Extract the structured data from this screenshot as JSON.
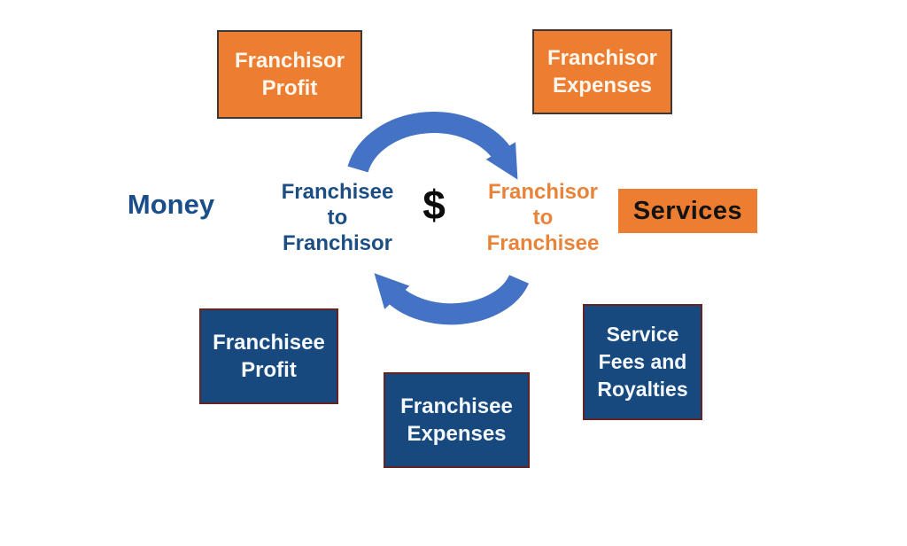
{
  "colors": {
    "background": "#FFFFFF",
    "orange_fill": "#ED7D31",
    "orange_box_border": "#3E3834",
    "blue_fill": "#17497F",
    "blue_box_border": "#632423",
    "arrow_blue": "#4472C4",
    "navy_text": "#1C4E84",
    "orange_text": "#E8833A",
    "white_text": "#FDF7EE",
    "services_text": "#131313",
    "dollar_text": "#0C0C0C"
  },
  "money_label": "Money",
  "dollar_symbol": "$",
  "flow_left": {
    "lines": [
      "Franchisee",
      "to",
      "Franchisor"
    ]
  },
  "flow_right": {
    "lines": [
      "Franchisor",
      "to",
      "Franchisee"
    ]
  },
  "boxes": {
    "franchisor_profit": {
      "lines": [
        "Franchisor",
        "Profit"
      ]
    },
    "franchisor_expenses": {
      "lines": [
        "Franchisor",
        "Expenses"
      ]
    },
    "services": {
      "label": "Services"
    },
    "franchisee_profit": {
      "lines": [
        "Franchisee",
        "Profit"
      ]
    },
    "franchisee_expenses": {
      "lines": [
        "Franchisee",
        "Expenses"
      ]
    },
    "service_fees_royalties": {
      "lines": [
        "Service",
        "Fees and",
        "Royalties"
      ]
    }
  }
}
